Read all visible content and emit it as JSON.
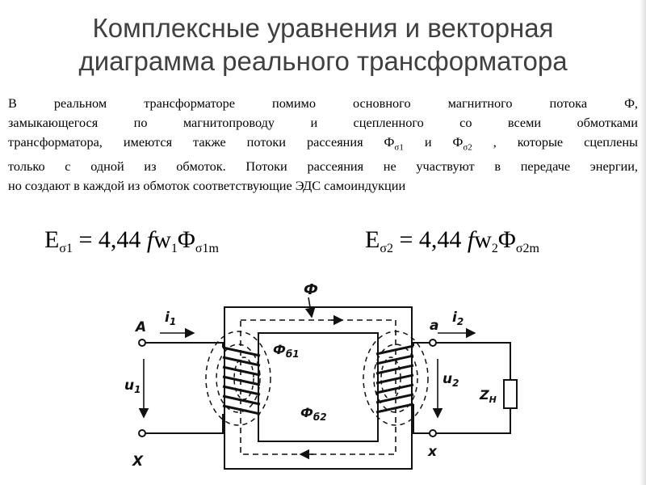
{
  "slide": {
    "title_line1": "Комплексные уравнения и векторная",
    "title_line2": "диаграмма реального трансформатора",
    "paragraph_lines": [
      "В реальном трансформаторе помимо основного магнитного потока Ф,",
      "замыкающегося по магнитопроводу и сцепленного со всеми обмотками",
      "только с одной из обмоток. Потоки рассеяния не участвуют в передаче энергии,",
      "но создают в каждой из обмоток соответствующие ЭДС самоиндукции"
    ],
    "line3_start": "трансформатора, имеются также потоки рассеяния Ф",
    "line3_sub1": "σ1",
    "line3_and": " и Ф",
    "line3_sub2": "σ2",
    "line3_end": " , которые сцеплены",
    "formula1": {
      "E": "E",
      "E_sub": "σ1",
      "eq": " = 4,44 ",
      "f": "f",
      "w": "w",
      "w_sub": "1",
      "Phi": "Φ",
      "Phi_sub": "σ1m"
    },
    "formula2": {
      "E": "E",
      "E_sub": "σ2",
      "eq": " = 4,44 ",
      "f": "f",
      "w": "w",
      "w_sub": "2",
      "Phi": "Φ",
      "Phi_sub": "σ2m"
    }
  },
  "diagram": {
    "flux_main": "Ф",
    "flux_s1": "Ф",
    "flux_s1_sub": "б1",
    "flux_s2": "Ф",
    "flux_s2_sub": "б2",
    "terminal_A": "A",
    "terminal_X": "X",
    "terminal_a": "a",
    "terminal_x": "x",
    "current_1": "i",
    "current_1_sub": "1",
    "current_2": "i",
    "current_2_sub": "2",
    "voltage_1": "u",
    "voltage_1_sub": "1",
    "voltage_2": "u",
    "voltage_2_sub": "2",
    "load": "Z",
    "load_sub": "Н"
  }
}
